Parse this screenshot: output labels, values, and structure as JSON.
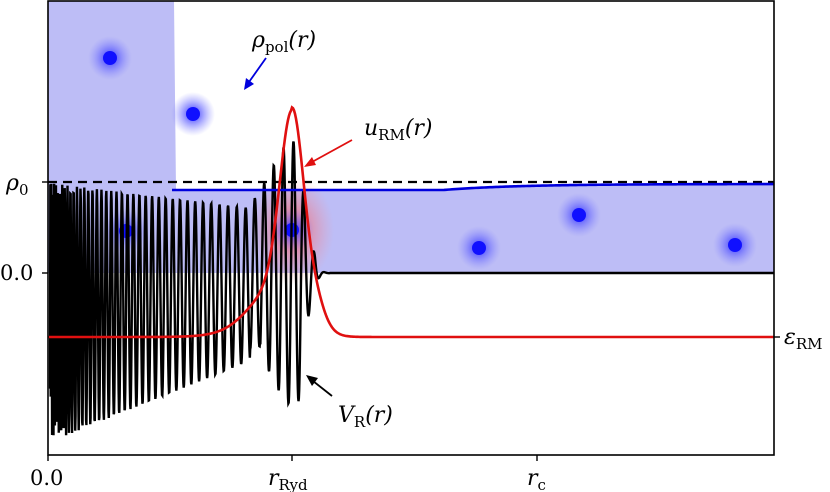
{
  "labels": {
    "rho_pol": {
      "base": "ρ",
      "sub": "pol",
      "arg": "(r)"
    },
    "u_rm": {
      "base": "u",
      "sub": "RM",
      "arg": "(r)"
    },
    "v_r": {
      "base": "V",
      "sub": "R",
      "arg": "(r)"
    },
    "eps_rm": {
      "base": "ε",
      "sub": "RM"
    },
    "rho0": {
      "base": "ρ",
      "sub": "0"
    },
    "zero_y": "0.0"
  },
  "x_ticks": {
    "zero": "0.0",
    "r_ryd": {
      "base": "r",
      "sub": "Ryd"
    },
    "r_c": {
      "base": "r",
      "sub": "c"
    }
  },
  "colors": {
    "density_fill": "#bdbdf6",
    "density_line": "#0000dd",
    "wave": "#000000",
    "potential": "#e01010",
    "atom": "#1010ff"
  },
  "atoms_count": 7
}
